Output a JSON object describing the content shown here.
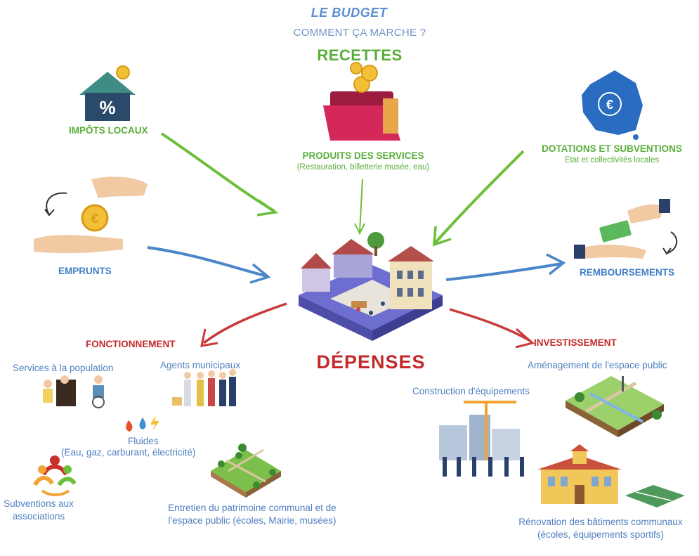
{
  "header": {
    "title": "LE BUDGET",
    "subtitle": "COMMENT ÇA MARCHE ?",
    "recettes": "RECETTES"
  },
  "recettes": {
    "impots": "IMPÔTS LOCAUX",
    "produits": "PRODUITS DES SERVICES",
    "produits_detail": "(Restauration, billetterie musée, eau)",
    "dotations": "DOTATIONS ET SUBVENTIONS",
    "dotations_detail": "Etat et collectivités locales"
  },
  "flux": {
    "emprunts": "EMPRUNTS",
    "remboursements": "REMBOURSEMENTS"
  },
  "depenses": {
    "title": "DÉPENSES",
    "fonctionnement": "FONCTIONNEMENT",
    "investissement": "INVESTISSEMENT"
  },
  "fonctionnement_items": {
    "services": "Services à la population",
    "agents": "Agents municipaux",
    "fluides": "Fluides",
    "fluides_detail": "(Eau, gaz, carburant, électricité)",
    "subventions_1": "Subventions aux",
    "subventions_2": "associations",
    "entretien_1": "Entretien du patrimoine communal et de",
    "entretien_2": "l'espace public (écoles, Mairie, musées)"
  },
  "investissement_items": {
    "amenagement": "Aménagement de l'espace public",
    "construction": "Construction d'équipements",
    "renovation_1": "Rénovation des bâtiments communaux",
    "renovation_2": "(écoles, équipements sportifs)"
  },
  "colors": {
    "green": "#5aae3a",
    "blue": "#3f7fc6",
    "red": "#c42a2a"
  }
}
